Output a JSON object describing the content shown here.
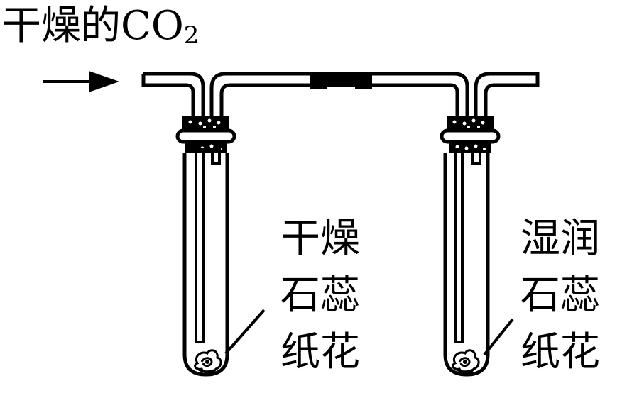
{
  "title": {
    "text": "干燥的CO",
    "subscript": "2"
  },
  "flow_arrow": {
    "direction": "right",
    "icon": "arrow-right-icon"
  },
  "apparatus": {
    "connector": "rubber-tube-connector",
    "tubes": [
      {
        "id": "left",
        "label_lines": [
          "干燥",
          "石蕊",
          "纸花"
        ]
      },
      {
        "id": "right",
        "label_lines": [
          "湿润",
          "石蕊",
          "纸花"
        ]
      }
    ]
  },
  "colors": {
    "stroke": "#000000",
    "background": "#ffffff"
  }
}
